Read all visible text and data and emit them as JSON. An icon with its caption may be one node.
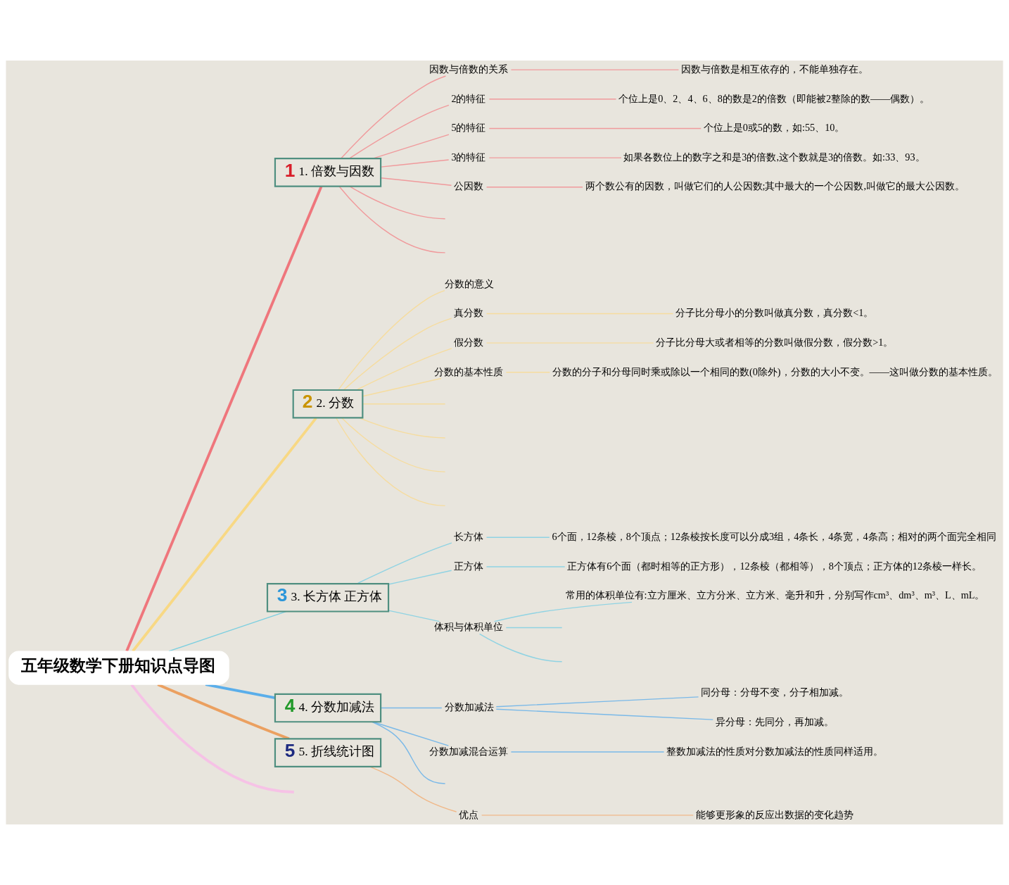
{
  "diagram": {
    "nodes": [
      {
        "text": [
          "五年级数学下册知识点导图"
        ]
      },
      {
        "text": [
          "1",
          "1. 倍数与因数"
        ]
      },
      {
        "text": [
          "因数与倍数的关系"
        ]
      },
      {
        "text": [
          "因数与倍数是相互依存的，不能单独存在。"
        ]
      },
      {
        "text": [
          "2的特征"
        ]
      },
      {
        "text": [
          "个位上是0、2、4、6、8的数是2的倍数（即能被2整除的数——偶数）。"
        ]
      },
      {
        "text": [
          "5的特征"
        ]
      },
      {
        "text": [
          "个位上是0或5的数，如:55、10。"
        ]
      },
      {
        "text": [
          "3的特征"
        ]
      },
      {
        "text": [
          "如果各数位上的数字之和是3的倍数,这个数就是3的倍数。如:33、93。"
        ]
      },
      {
        "text": [
          "公因数"
        ]
      },
      {
        "text": [
          "两个数公有的因数，叫做它们的人公因数;其中最大的一个公因数,叫做它的最大公因数。"
        ]
      },
      {
        "text": [
          "2",
          "2. 分数"
        ]
      },
      {
        "text": [
          "分数的意义"
        ]
      },
      {
        "text": [
          "真分数"
        ]
      },
      {
        "text": [
          "分子比分母小的分数叫做真分数，真分数<1。"
        ]
      },
      {
        "text": [
          "假分数"
        ]
      },
      {
        "text": [
          "分子比分母大或者相等的分数叫做假分数，假分数>1。"
        ]
      },
      {
        "text": [
          "分数的基本性质"
        ]
      },
      {
        "text": [
          "分数的分子和分母同时乘或除以一个相同的数(0除外)，分数的大小不变。——这叫做分数的基本性质。"
        ]
      },
      {
        "text": [
          "3",
          "3. 长方体 正方体"
        ]
      },
      {
        "text": [
          "长方体"
        ]
      },
      {
        "text": [
          "6个面，12条棱，8个顶点；12条棱按长度可以分成3组，4条长，4条宽，4条高；相对的两个面完全相同"
        ]
      },
      {
        "text": [
          "正方体"
        ]
      },
      {
        "text": [
          "正方体有6个面（都时相等的正方形），12条棱（都相等），8个顶点；正方体的12条棱一样长。"
        ]
      },
      {
        "text": [
          "体积与体积单位"
        ]
      },
      {
        "text": [
          "常用的体积单位有:立方厘米、立方分米、立方米、毫升和升，分别写作cm³、dm³、m³、L、mL。"
        ]
      },
      {
        "text": [
          "4",
          "4. 分数加减法"
        ]
      },
      {
        "text": [
          "分数加减法"
        ]
      },
      {
        "text": [
          "同分母：分母不变，分子相加减。"
        ]
      },
      {
        "text": [
          "异分母：先同分，再加减。"
        ]
      },
      {
        "text": [
          "分数加减混合运算"
        ]
      },
      {
        "text": [
          "整数加减法的性质对分数加减法的性质同样适用。"
        ]
      },
      {
        "text": [
          "5",
          "5. 折线统计图"
        ]
      },
      {
        "text": [
          "优点"
        ]
      },
      {
        "text": [
          "能够更形象的反应出数据的变化趋势"
        ]
      }
    ],
    "edges": [
      {
        "from": 0,
        "to": 1,
        "arrow": "none",
        "style": "thick",
        "color": "#ef767c"
      },
      {
        "from": 1,
        "to": 2,
        "arrow": "none",
        "color": "#f09a9c"
      },
      {
        "from": 1,
        "to": 4,
        "arrow": "none",
        "color": "#f09a9c"
      },
      {
        "from": 1,
        "to": 6,
        "arrow": "none",
        "color": "#f09a9c"
      },
      {
        "from": 1,
        "to": 8,
        "arrow": "none",
        "color": "#f09a9c"
      },
      {
        "from": 1,
        "to": 10,
        "arrow": "none",
        "color": "#f09a9c"
      },
      {
        "from": 1,
        "to": null,
        "arrow": "none",
        "color": "#f09a9c"
      },
      {
        "from": 1,
        "to": null,
        "arrow": "none",
        "color": "#f09a9c"
      },
      {
        "from": 2,
        "to": 3,
        "arrow": "none",
        "color": "#f09a9c"
      },
      {
        "from": 4,
        "to": 5,
        "arrow": "none",
        "color": "#f09a9c"
      },
      {
        "from": 6,
        "to": 7,
        "arrow": "none",
        "color": "#f09a9c"
      },
      {
        "from": 8,
        "to": 9,
        "arrow": "none",
        "color": "#f09a9c"
      },
      {
        "from": 10,
        "to": 11,
        "arrow": "none",
        "color": "#f09a9c"
      },
      {
        "from": 0,
        "to": 12,
        "arrow": "none",
        "style": "thick",
        "color": "#f8d884"
      },
      {
        "from": 12,
        "to": 13,
        "arrow": "none",
        "color": "#f6dc9e"
      },
      {
        "from": 12,
        "to": 14,
        "arrow": "none",
        "color": "#f6dc9e"
      },
      {
        "from": 12,
        "to": 16,
        "arrow": "none",
        "color": "#f6dc9e"
      },
      {
        "from": 12,
        "to": 18,
        "arrow": "none",
        "color": "#f6dc9e"
      },
      {
        "from": 12,
        "to": null,
        "arrow": "none",
        "color": "#f6dc9e"
      },
      {
        "from": 12,
        "to": null,
        "arrow": "none",
        "color": "#f6dc9e"
      },
      {
        "from": 12,
        "to": null,
        "arrow": "none",
        "color": "#f6dc9e"
      },
      {
        "from": 12,
        "to": null,
        "arrow": "none",
        "color": "#f6dc9e"
      },
      {
        "from": 14,
        "to": 15,
        "arrow": "none",
        "color": "#f6dc9e"
      },
      {
        "from": 16,
        "to": 17,
        "arrow": "none",
        "color": "#f6dc9e"
      },
      {
        "from": 18,
        "to": 19,
        "arrow": "none",
        "color": "#f6dc9e"
      },
      {
        "from": 0,
        "to": 20,
        "arrow": "none",
        "color": "#7ccfe0"
      },
      {
        "from": 20,
        "to": 21,
        "arrow": "none",
        "color": "#8fd3e3"
      },
      {
        "from": 20,
        "to": 23,
        "arrow": "none",
        "color": "#8fd3e3"
      },
      {
        "from": 20,
        "to": 25,
        "arrow": "none",
        "color": "#8fd3e3"
      },
      {
        "from": 21,
        "to": 22,
        "arrow": "none",
        "color": "#8fd3e3"
      },
      {
        "from": 23,
        "to": 24,
        "arrow": "none",
        "color": "#8fd3e3"
      },
      {
        "from": 25,
        "to": 26,
        "arrow": "none",
        "color": "#8fd3e3"
      },
      {
        "from": 25,
        "to": null,
        "arrow": "none",
        "color": "#8fd3e3"
      },
      {
        "from": 25,
        "to": null,
        "arrow": "none",
        "color": "#8fd3e3"
      },
      {
        "from": 0,
        "to": 27,
        "arrow": "none",
        "style": "thick",
        "color": "#5aaeea"
      },
      {
        "from": 27,
        "to": 28,
        "arrow": "none",
        "color": "#7ab9e8"
      },
      {
        "from": 27,
        "to": 31,
        "arrow": "none",
        "color": "#7ab9e8"
      },
      {
        "from": 27,
        "to": null,
        "arrow": "none",
        "color": "#7ab9e8"
      },
      {
        "from": 28,
        "to": 29,
        "arrow": "none",
        "color": "#7ab9e8"
      },
      {
        "from": 28,
        "to": 30,
        "arrow": "none",
        "color": "#7ab9e8"
      },
      {
        "from": 31,
        "to": 32,
        "arrow": "none",
        "color": "#7ab9e8"
      },
      {
        "from": 0,
        "to": 33,
        "arrow": "none",
        "style": "thick",
        "color": "#eba060"
      },
      {
        "from": 33,
        "to": 34,
        "arrow": "none",
        "color": "#f0b888"
      },
      {
        "from": 34,
        "to": 35,
        "arrow": "none",
        "color": "#f0b888"
      },
      {
        "from": 0,
        "to": null,
        "arrow": "none",
        "style": "thick",
        "color": "#f6c2e6"
      }
    ]
  }
}
